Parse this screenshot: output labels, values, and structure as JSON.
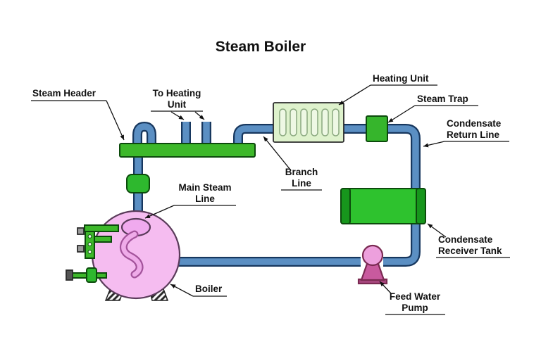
{
  "title": "Steam Boiler",
  "labels": {
    "steam_header": "Steam Header",
    "to_heating_unit": {
      "line1": "To Heating",
      "line2": "Unit"
    },
    "heating_unit": "Heating Unit",
    "steam_trap": "Steam Trap",
    "condensate_return": {
      "line1": "Condensate",
      "line2": "Return Line"
    },
    "branch_line": {
      "line1": "Branch",
      "line2": "Line"
    },
    "main_steam_line": {
      "line1": "Main Steam",
      "line2": "Line"
    },
    "condensate_tank": {
      "line1": "Condensate",
      "line2": "Receiver Tank"
    },
    "boiler": "Boiler",
    "feed_water_pump": {
      "line1": "Feed Water",
      "line2": "Pump"
    }
  },
  "colors": {
    "pipe_fill": "#5b8fc3",
    "pipe_outline": "#17375e",
    "header_green": "#3db82a",
    "heating_unit_fill": "#def2cc",
    "coil_fill": "#eef8e4",
    "steam_trap_green": "#36b52c",
    "tank_green": "#2ec22e",
    "tank_cap_green": "#17961c",
    "boiler_pink": "#f5bcf0",
    "boiler_dome_pink": "#f0aaee",
    "pump_pink": "#eda0dd",
    "pump_base_pink": "#c85a9e",
    "valve_green": "#2eb82e",
    "fitting_green": "#3db82a"
  }
}
